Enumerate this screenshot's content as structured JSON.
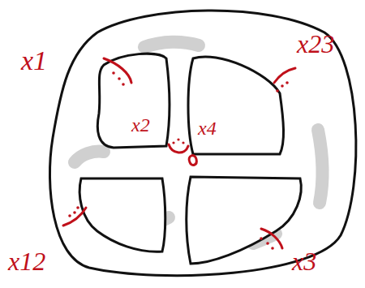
{
  "diagram": {
    "labels": [
      "x1",
      "x23",
      "x2",
      "x4",
      "x12",
      "x3"
    ]
  }
}
